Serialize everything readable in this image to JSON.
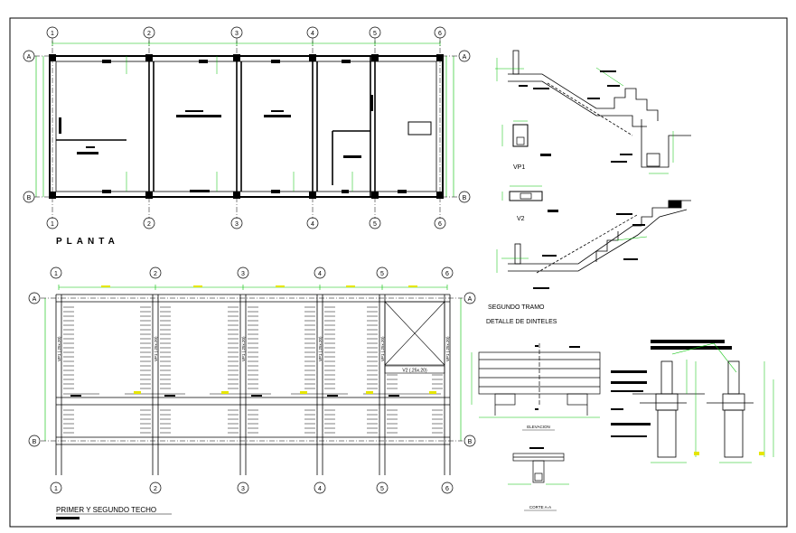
{
  "sheet": {
    "titles": {
      "planta": "PLANTA",
      "primer_techo": "PRIMER Y SEGUNDO TECHO",
      "segundo_tramo": "SEGUNDO TRAMO",
      "detalle_dinteles": "DETALLE    DE    DINTELES",
      "vp1": "VP1",
      "v2": "V2",
      "elevacion": "ELEVACION",
      "corte": "CORTE  A-A",
      "viga_v2": "V2 (.25x.20)"
    },
    "grid_axes": {
      "columns": [
        "1",
        "2",
        "3",
        "4",
        "5",
        "6"
      ],
      "rows": [
        "A",
        "B"
      ]
    },
    "beam_labels": {
      "vp1": "VP1 (.25x.20)"
    },
    "colors": {
      "line": "#000000",
      "dimension": "#00c000",
      "highlight": "#e6e600",
      "accent": "#ff0000"
    }
  }
}
